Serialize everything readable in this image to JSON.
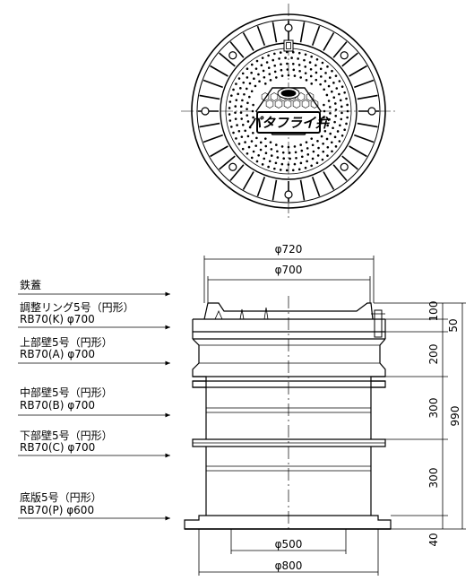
{
  "cover_plate_text": "パタフライ弁",
  "dimensions": {
    "d720": "φ720",
    "d700": "φ700",
    "d500": "φ500",
    "d800": "φ800",
    "h100": "100",
    "h50": "50",
    "h200": "200",
    "h300a": "300",
    "h300b": "300",
    "h40": "40",
    "h990": "990"
  },
  "labels": {
    "cover": "鉄蓋",
    "ring_name": "調整リング5号（円形）",
    "ring_code": "RB70(K) φ700",
    "upper_name": "上部壁5号（円形）",
    "upper_code": "RB70(A) φ700",
    "middle_name": "中部壁5号（円形）",
    "middle_code": "RB70(B) φ700",
    "lower_name": "下部壁5号（円形）",
    "lower_code": "RB70(C) φ700",
    "base_name": "底版5号（円形）",
    "base_code": "RB70(P) φ600"
  }
}
